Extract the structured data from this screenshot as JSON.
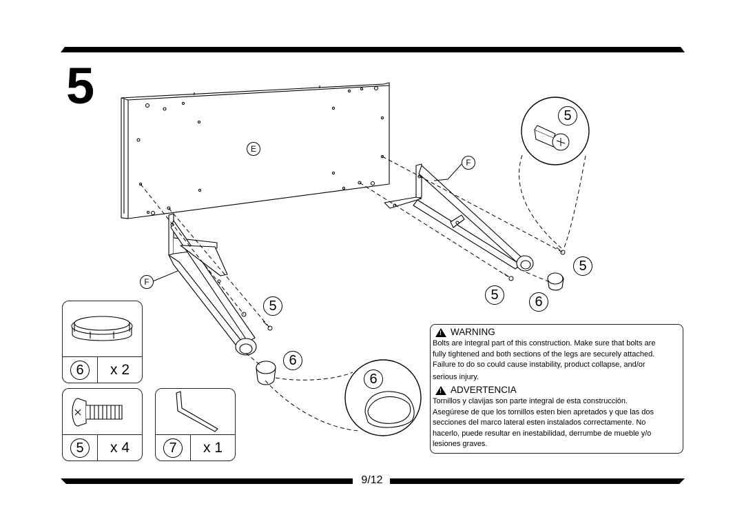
{
  "step": {
    "number": "5"
  },
  "page": {
    "number": "9/12"
  },
  "labels": {
    "panel": "E",
    "leg_left": "F",
    "leg_right": "F",
    "callout_bolt": "5",
    "callout_cap": "6",
    "bolt_marker_1": "5",
    "bolt_marker_2": "5",
    "bolt_marker_3": "5",
    "cap_marker_1": "6",
    "cap_marker_2": "6"
  },
  "parts": [
    {
      "id": "6",
      "qty": "x 2",
      "icon": "leg-cap-icon"
    },
    {
      "id": "5",
      "qty": "x 4",
      "icon": "bolt-icon"
    },
    {
      "id": "7",
      "qty": "x 1",
      "icon": "allen-key-icon"
    }
  ],
  "warning": {
    "title": "WARNING",
    "line1": "Bolts are integral part of this construction. Make sure that bolts are",
    "line2": "fully tightened and both sections of the legs are securely attached.",
    "line3": "Failure to do so could cause instability, product collapse, and/or",
    "line4": "serious injury."
  },
  "advertencia": {
    "title": "ADVERTENCIA",
    "line1": "Tornillos y clavijas son parte integral de esta construcción.",
    "line2": "Asegúrese de que los tornillos esten bien apretados y que las dos",
    "line3": "secciones del marco lateral esten instalados correctamente. No",
    "line4": "hacerlo, puede resultar en inestabilidad, derrumbe de mueble y/o",
    "line5": "lesiones graves."
  }
}
